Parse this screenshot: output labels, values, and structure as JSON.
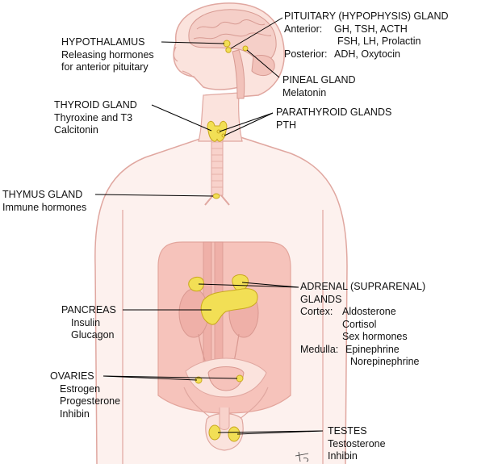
{
  "colors": {
    "skin_fill": "#fbe3dd",
    "skin_outline": "#e0a7a0",
    "organ_fill": "#f6c3bb",
    "kidney_fill": "#efb0a8",
    "gland_fill": "#f2df55",
    "gland_stroke": "#c9a81f",
    "leader_line": "#000000"
  },
  "labels": {
    "pituitary": {
      "title": "PITUITARY (HYPOPHYSIS) GLAND",
      "anterior_key": "Anterior:",
      "anterior_1": "GH, TSH, ACTH",
      "anterior_2": "FSH, LH, Prolactin",
      "posterior_key": "Posterior:",
      "posterior_val": "ADH, Oxytocin"
    },
    "hypothalamus": {
      "title": "HYPOTHALAMUS",
      "line1": "Releasing hormones",
      "line2": "for anterior pituitary"
    },
    "pineal": {
      "title": "PINEAL GLAND",
      "line1": "Melatonin"
    },
    "thyroid": {
      "title": "THYROID GLAND",
      "line1": "Thyroxine and T3",
      "line2": "Calcitonin"
    },
    "parathyroid": {
      "title": "PARATHYROID GLANDS",
      "line1": "PTH"
    },
    "thymus": {
      "title": "THYMUS GLAND",
      "line1": "Immune hormones"
    },
    "adrenal": {
      "title1": "ADRENAL (SUPRARENAL)",
      "title2": "GLANDS",
      "cortex_key": "Cortex:",
      "cortex_1": "Aldosterone",
      "cortex_2": "Cortisol",
      "cortex_3": "Sex hormones",
      "medulla_key": "Medulla:",
      "medulla_1": "Epinephrine",
      "medulla_2": "Norepinephrine"
    },
    "pancreas": {
      "title": "PANCREAS",
      "line1": "Insulin",
      "line2": "Glucagon"
    },
    "ovaries": {
      "title": "OVARIES",
      "line1": "Estrogen",
      "line2": "Progesterone",
      "line3": "Inhibin"
    },
    "testes": {
      "title": "TESTES",
      "line1": "Testosterone",
      "line2": "Inhibin"
    }
  }
}
